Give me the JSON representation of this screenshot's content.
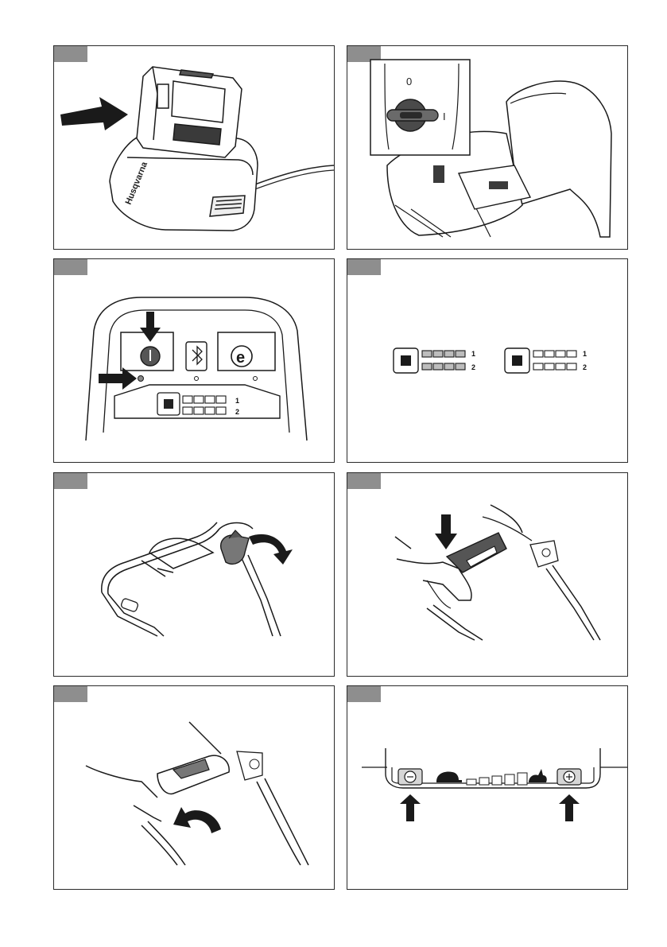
{
  "figures": [
    {
      "id": "fig-1",
      "caption": ""
    },
    {
      "id": "fig-2",
      "caption": ""
    },
    {
      "id": "fig-3",
      "caption": ""
    },
    {
      "id": "fig-4",
      "caption": ""
    },
    {
      "id": "fig-5",
      "caption": ""
    },
    {
      "id": "fig-6",
      "caption": ""
    },
    {
      "id": "fig-7",
      "caption": ""
    },
    {
      "id": "fig-8",
      "caption": ""
    }
  ],
  "charger": {
    "brand_logo": "Husqvarna"
  },
  "key_switch": {
    "lock_mark": "0",
    "unlock_mark": "I"
  },
  "control_panel": {
    "power_button_icon": "power-icon",
    "bluetooth_icon": "bluetooth-icon",
    "eco_button_label": "e",
    "battery_labels": [
      "1",
      "2"
    ]
  },
  "battery_indicators": {
    "left": {
      "labels": [
        "1",
        "2"
      ]
    },
    "right": {
      "labels": [
        "1",
        "2"
      ]
    }
  },
  "speed_panel": {
    "minus_label": "−",
    "plus_label": "+",
    "slow_icon": "turtle-icon",
    "fast_icon": "rabbit-icon",
    "segments": 5
  },
  "colors": {
    "tab": "#8e8e8e",
    "line": "#1a1a1a",
    "panel_fill": "#e6e6e6",
    "dark": "#3a3a3a"
  }
}
